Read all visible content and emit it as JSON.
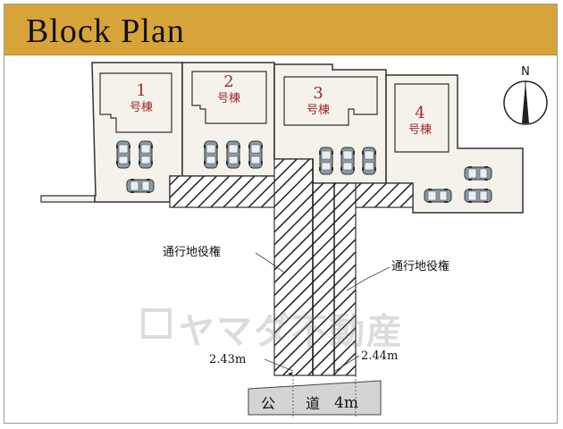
{
  "header": {
    "title": "Block Plan"
  },
  "lots": [
    {
      "number": "1",
      "label": "号棟"
    },
    {
      "number": "2",
      "label": "号棟"
    },
    {
      "number": "3",
      "label": "号棟"
    },
    {
      "number": "4",
      "label": "号棟"
    }
  ],
  "compass": {
    "label": "N"
  },
  "annotations": {
    "easement_left": "通行地役権",
    "easement_right": "通行地役権",
    "width_left": "2.43m",
    "width_right": "2.44m"
  },
  "road": {
    "label_kou": "公",
    "label_dou": "道",
    "width": "4m"
  },
  "watermark": {
    "text": "ヤマダ不動産"
  },
  "colors": {
    "header": "#d8a43a",
    "lot_fill": "#f4f2eb",
    "lot_label": "#a02a2a",
    "road_fill": "#d4d4d4"
  }
}
